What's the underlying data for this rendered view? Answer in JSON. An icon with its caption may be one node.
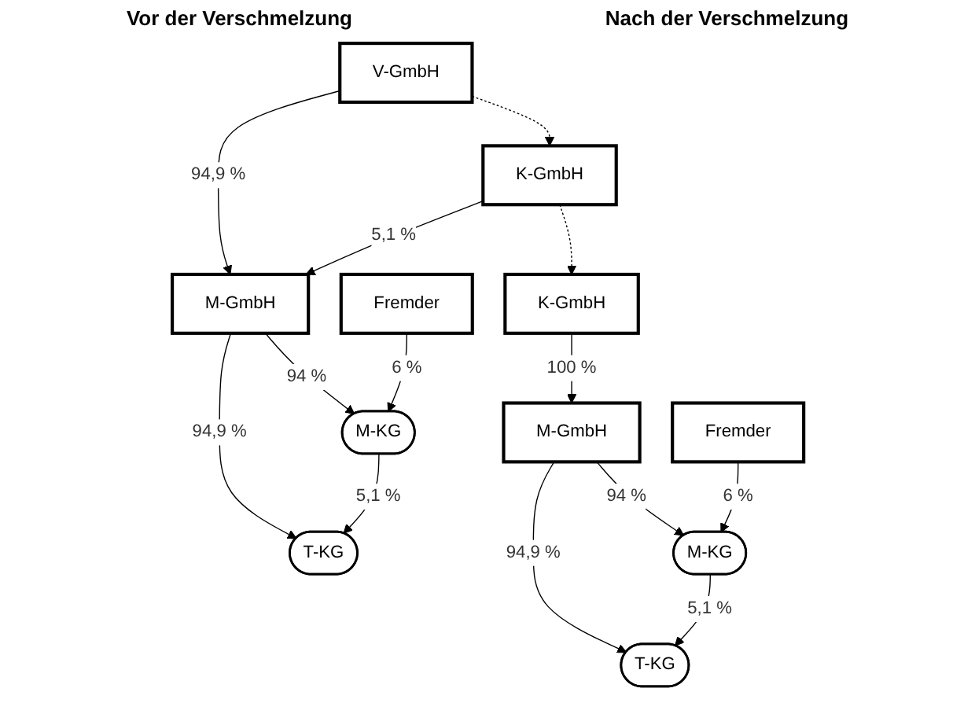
{
  "diagram": {
    "nodes": [
      {
        "text": [
          "V-GmbH"
        ]
      },
      {
        "text": [
          "K-GmbH"
        ]
      },
      {
        "text": [
          "M-GmbH"
        ]
      },
      {
        "text": [
          "Fremder"
        ]
      },
      {
        "text": [
          "M-KG"
        ]
      },
      {
        "text": [
          "T-KG"
        ]
      },
      {
        "text": [
          "K-GmbH"
        ]
      },
      {
        "text": [
          "M-GmbH"
        ]
      },
      {
        "text": [
          "Fremder"
        ]
      },
      {
        "text": [
          "M-KG"
        ]
      },
      {
        "text": [
          "T-KG"
        ]
      }
    ],
    "edges": [
      {
        "from": 0,
        "to": 1,
        "arrow": "to",
        "style": "dashed"
      },
      {
        "from": 0,
        "to": 2,
        "arrow": "to",
        "label": "94,9 %"
      },
      {
        "from": 1,
        "to": 2,
        "arrow": "to",
        "label": "5,1 %"
      },
      {
        "from": 2,
        "to": 4,
        "arrow": "to",
        "label": "94 %"
      },
      {
        "from": 3,
        "to": 4,
        "arrow": "to",
        "label": "6 %"
      },
      {
        "from": 2,
        "to": 5,
        "arrow": "to",
        "label": "94,9 %"
      },
      {
        "from": 4,
        "to": 5,
        "arrow": "to",
        "label": "5,1 %"
      },
      {
        "from": 1,
        "to": 6,
        "arrow": "to",
        "style": "dashed"
      },
      {
        "from": 6,
        "to": 7,
        "arrow": "to",
        "label": "100 %"
      },
      {
        "from": 7,
        "to": 9,
        "arrow": "to",
        "label": "94 %"
      },
      {
        "from": 8,
        "to": 9,
        "arrow": "to",
        "label": "6 %"
      },
      {
        "from": 7,
        "to": 10,
        "arrow": "to",
        "label": "94,9 %"
      },
      {
        "from": 9,
        "to": 10,
        "arrow": "to",
        "label": "5,1 %"
      }
    ],
    "labels": [
      "Vor der Verschmelzung",
      "Nach der Verschmelzung"
    ]
  }
}
